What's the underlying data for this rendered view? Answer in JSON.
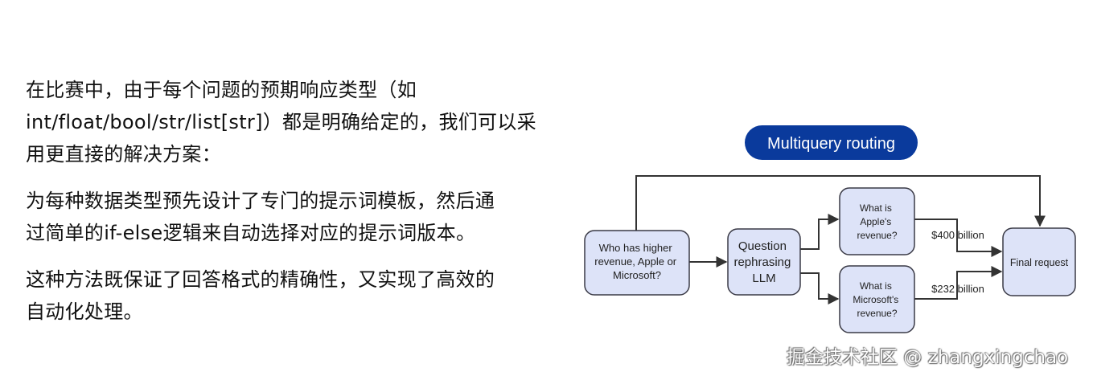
{
  "article": {
    "paragraphs": [
      [
        "在比赛中，由于每个问题的预期响应类型（如",
        "int/float/bool/str/list[str]）都是明确给定的，我们可以采",
        "用更直接的解决方案："
      ],
      [
        "为每种数据类型预先设计了专门的提示词模板，然后通",
        "过简单的if-else逻辑来自动选择对应的提示词版本。"
      ],
      [
        "这种方法既保证了回答格式的精确性，又实现了高效的",
        "自动化处理。"
      ]
    ]
  },
  "diagram": {
    "title": "Multiquery routing",
    "colors": {
      "title_bg": "#0a3a9c",
      "box_fill": "#dde3f8",
      "box_stroke": "#3a3a46",
      "edge": "#333333"
    },
    "nodes": {
      "question": [
        "Who has higher",
        "revenue, Apple or",
        "Microsoft?"
      ],
      "rephrase": [
        "Question",
        "rephrasing",
        "LLM"
      ],
      "apple": [
        "What is",
        "Apple's",
        "revenue?"
      ],
      "microsoft": [
        "What is",
        "Microsoft's",
        "revenue?"
      ],
      "final": [
        "Final request"
      ]
    },
    "edge_labels": {
      "apple": "$400 billion",
      "microsoft": "$232 billion"
    }
  },
  "watermark": "掘金技术社区 @ zhangxingchao"
}
